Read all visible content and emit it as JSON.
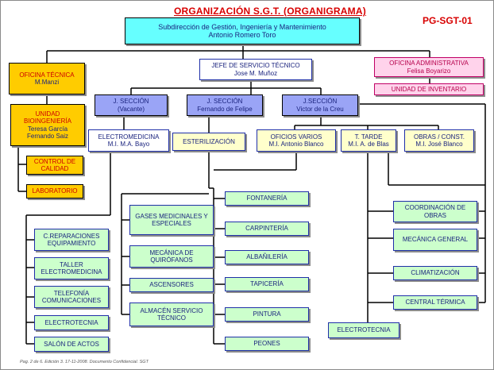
{
  "header": {
    "title": "ORGANIZACIÓN S.G.T. (ORGANIGRAMA)",
    "code": "PG-SGT-01"
  },
  "top": {
    "line1": "Subdirección de Gestión, Ingeniería y Mantenimiento",
    "line2": "Antonio Romero Toro"
  },
  "oficina_tecnica": {
    "title": "OFICINA TÉCNICA",
    "name": "M.Manzi"
  },
  "jefe": {
    "title": "JEFE DE SERVICIO TÉCNICO",
    "name": "Jose M. Muñoz"
  },
  "oficina_admin": {
    "title": "OFICINA ADMINISTRATIVA",
    "name": "Felisa Boyarizo"
  },
  "unidad_inventario": {
    "title": "UNIDAD DE INVENTARIO"
  },
  "bioingenieria": {
    "line1": "UNIDAD",
    "line2": "BIOINGENIERÍA",
    "line3": "Teresa García",
    "line4": "Fernando Saiz"
  },
  "control_calidad": {
    "line1": "CONTROL DE",
    "line2": "CALIDAD"
  },
  "laboratorio": {
    "title": "LABORATORIO"
  },
  "secciones": [
    {
      "title": "J. SECCIÓN",
      "name": "(Vacante)"
    },
    {
      "title": "J. SECCIÓN",
      "name": "Fernando de Felipe"
    },
    {
      "title": "J.SECCIÓN",
      "name": "Victor de la Creu"
    }
  ],
  "units": {
    "electromedicina": {
      "title": "ELECTROMEDICINA",
      "name": "M.I. M.A. Bayo"
    },
    "esterilizacion": {
      "title": "ESTERILIZACIÓN"
    },
    "oficios": {
      "title": "OFICIOS VARIOS",
      "name": "M.I. Antonio Blanco"
    },
    "tarde": {
      "title": "T. TARDE",
      "name": "M.I. A. de Blas"
    },
    "obras": {
      "title": "OBRAS / CONST.",
      "name": "M.I. José Blanco"
    }
  },
  "electromed_children": [
    "C.REPARACIONES EQUIPAMIENTO",
    "TALLER ELECTROMEDICINA",
    "TELEFONÍA COMUNICACIONES",
    "ELECTROTECNIA",
    "SALÓN DE ACTOS"
  ],
  "esteril_children": [
    "GASES MEDICINALES Y ESPECIALES",
    "MECÁNICA DE QUIRÓFANOS",
    "ASCENSORES",
    "ALMACÉN SERVICIO TÉCNICO"
  ],
  "oficios_children": [
    "FONTANERÍA",
    "CARPINTERÍA",
    "ALBAÑILERÍA",
    "TAPICERÍA",
    "PINTURA",
    "PEONES"
  ],
  "obras_children": [
    "COORDINACIÓN DE OBRAS",
    "MECÁNICA GENERAL",
    "CLIMATIZACIÓN",
    "CENTRAL TÉRMICA"
  ],
  "tarde_child": "ELECTROTECNIA",
  "footer": "Pag. 2 de 6. Edición 3. 17-11-2008. Documento Confidencial. SGT"
}
